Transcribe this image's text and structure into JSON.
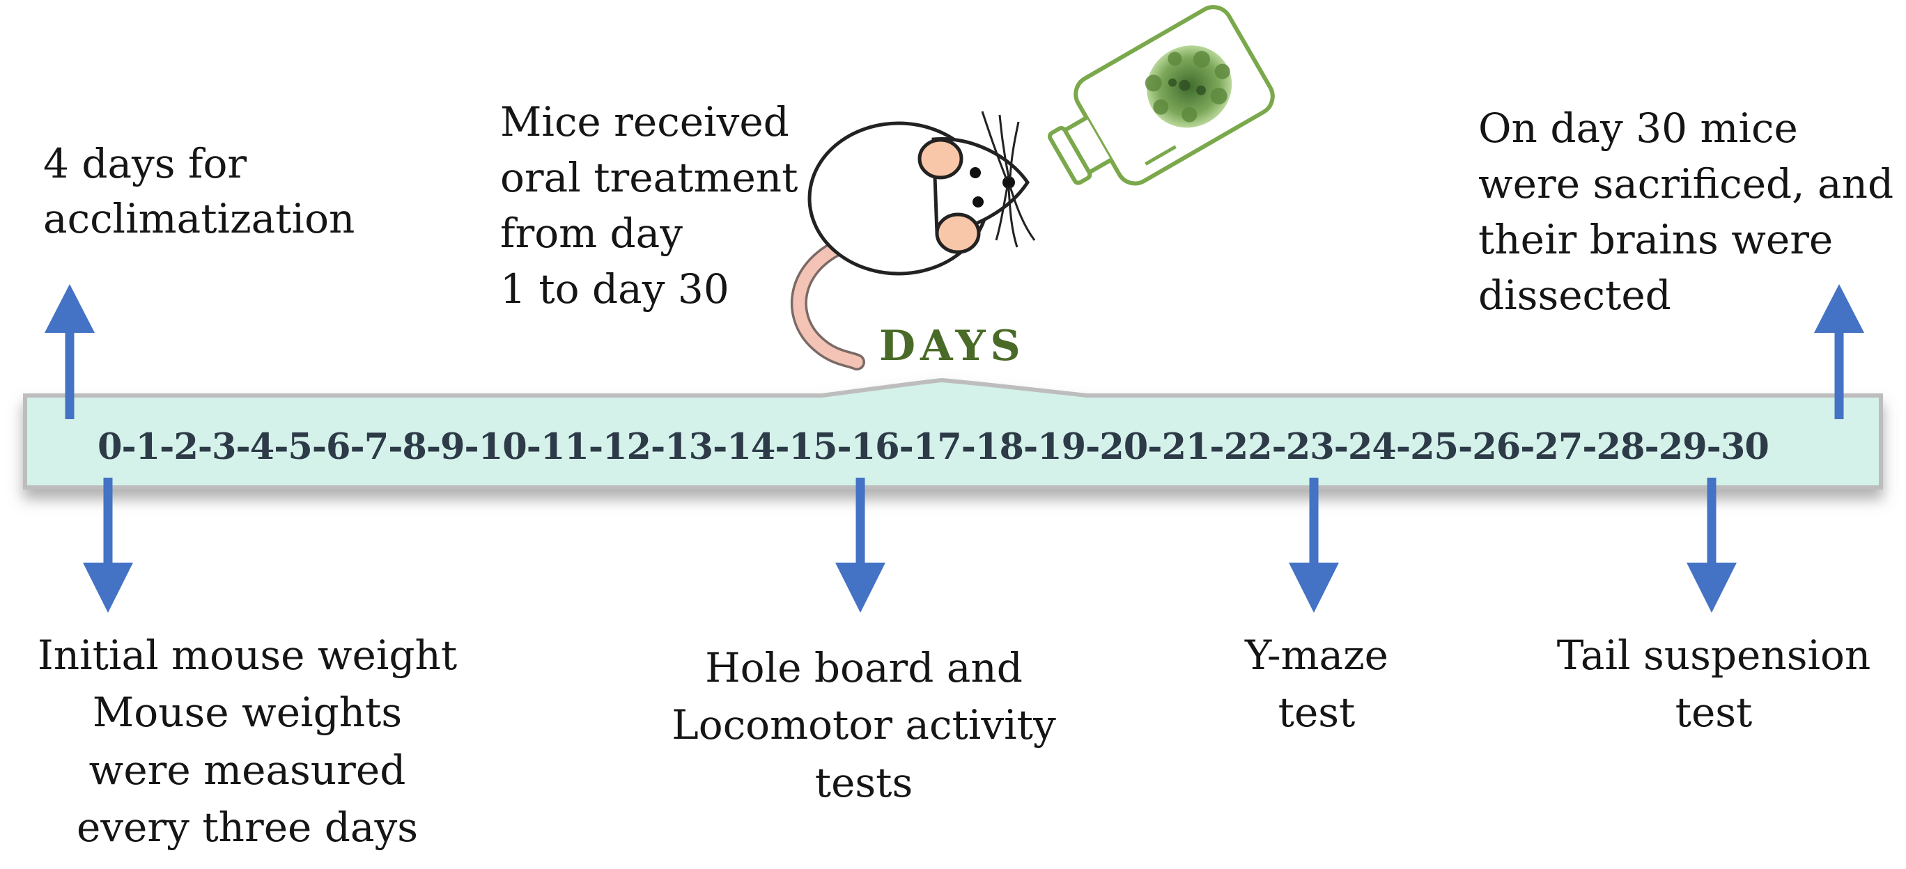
{
  "timeline": {
    "label": "DAYS",
    "days": [
      "0",
      "1",
      "2",
      "3",
      "4",
      "5",
      "6",
      "7",
      "8",
      "9",
      "10",
      "11",
      "12",
      "13",
      "14",
      "15",
      "16",
      "17",
      "18",
      "19",
      "20",
      "21",
      "22",
      "23",
      "24",
      "25",
      "26",
      "27",
      "28",
      "29",
      "30"
    ],
    "separator": "-"
  },
  "annotations": {
    "acclimatization": [
      "4 days for",
      "acclimatization"
    ],
    "treatment": [
      "Mice received",
      "oral treatment",
      "from day",
      "1 to day 30"
    ],
    "sacrifice": [
      "On day 30 mice",
      "were sacrificed, and",
      "their brains were",
      "dissected"
    ],
    "weights": [
      "Initial mouse weight",
      "Mouse weights",
      "were measured",
      "every three days"
    ],
    "hole_board": [
      "Hole board and",
      "Locomotor activity",
      "tests"
    ],
    "y_maze": [
      "Y-maze",
      "test"
    ],
    "tail_suspension": [
      "Tail suspension",
      "test"
    ]
  },
  "colors": {
    "bar_fill": "#d4f1ea",
    "bar_border": "#bdbdbd",
    "arrow": "#4472c4",
    "days_label": "#4a6b27",
    "tick_text": "#2d3a47",
    "bottle": "#7aa84b"
  },
  "icons": [
    "mouse-icon",
    "herbal-bottle-icon"
  ]
}
